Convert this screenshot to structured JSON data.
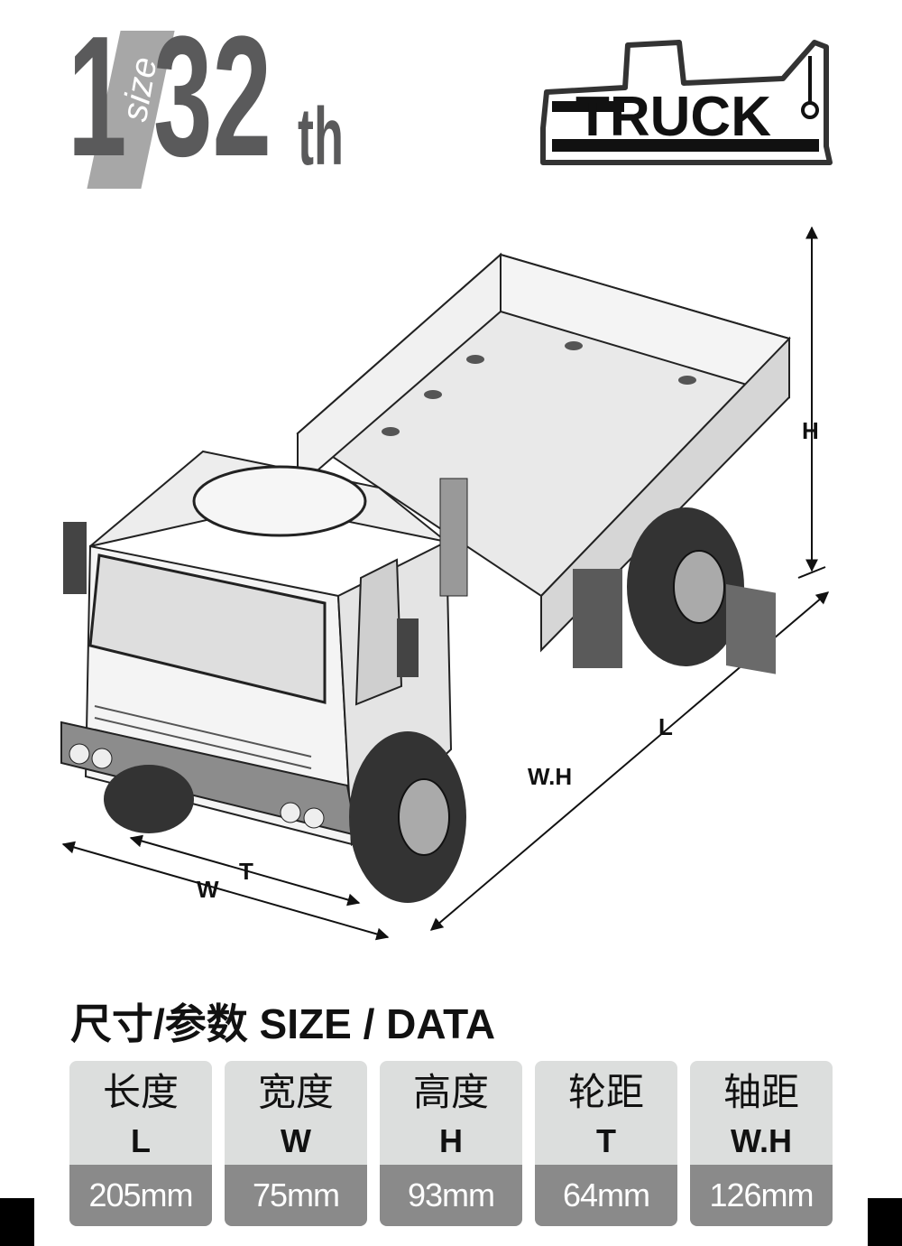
{
  "header": {
    "scale_number": "1",
    "scale_word": "size",
    "scale_denominator": "32",
    "scale_suffix": "th",
    "logo_text": "TRUCK"
  },
  "dimensions": {
    "height_label": "H",
    "length_label": "L",
    "wheelbase_label": "W.H",
    "width_label": "W",
    "track_label": "T"
  },
  "specs": {
    "title": "尺寸/参数 SIZE / DATA",
    "items": [
      {
        "name": "长度",
        "code": "L",
        "value": "205mm"
      },
      {
        "name": "宽度",
        "code": "W",
        "value": "75mm"
      },
      {
        "name": "高度",
        "code": "H",
        "value": "93mm"
      },
      {
        "name": "轮距",
        "code": "T",
        "value": "64mm"
      },
      {
        "name": "轴距",
        "code": "W.H",
        "value": "126mm"
      }
    ]
  }
}
